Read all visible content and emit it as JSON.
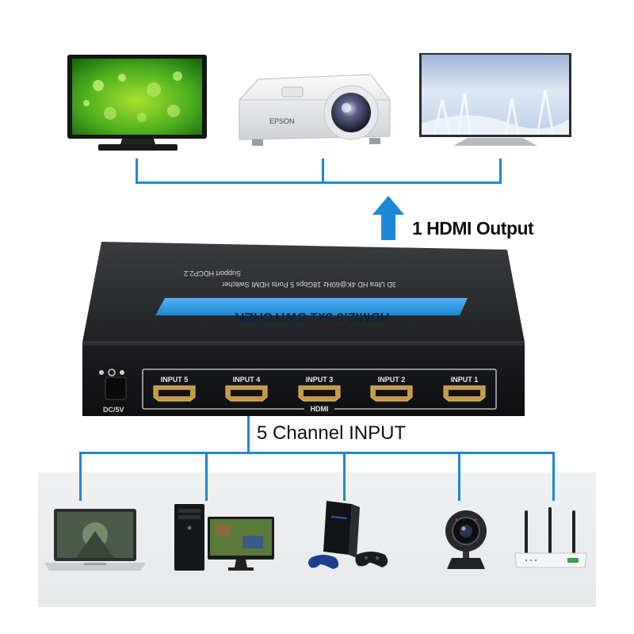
{
  "output_label": "1 HDMI Output",
  "input_label": "5 Channel INPUT",
  "colors": {
    "accent": "#1e88d8",
    "device": "#1d1e20",
    "banner": "#2e9be0"
  },
  "switcher": {
    "title": "HDMI2.0 5x1 SWITCHER",
    "subtitle_1": "3D Ultra HD 4K@60Hz 18Gbps 5 Ports HDMI Switcher",
    "subtitle_2": "Support HDCP2.2",
    "ports": [
      "INPUT 5",
      "INPUT 4",
      "INPUT 3",
      "INPUT 2",
      "INPUT 1"
    ],
    "hdmi_label": "HDMI",
    "power_label": "DC/5V"
  },
  "projector_brand": "EPSON",
  "output_devices": [
    "tv-icon",
    "projector-icon",
    "smart-tv-icon"
  ],
  "input_devices": [
    "laptop-icon",
    "desktop-pc-icon",
    "game-console-icon",
    "security-camera-icon",
    "router-icon"
  ]
}
